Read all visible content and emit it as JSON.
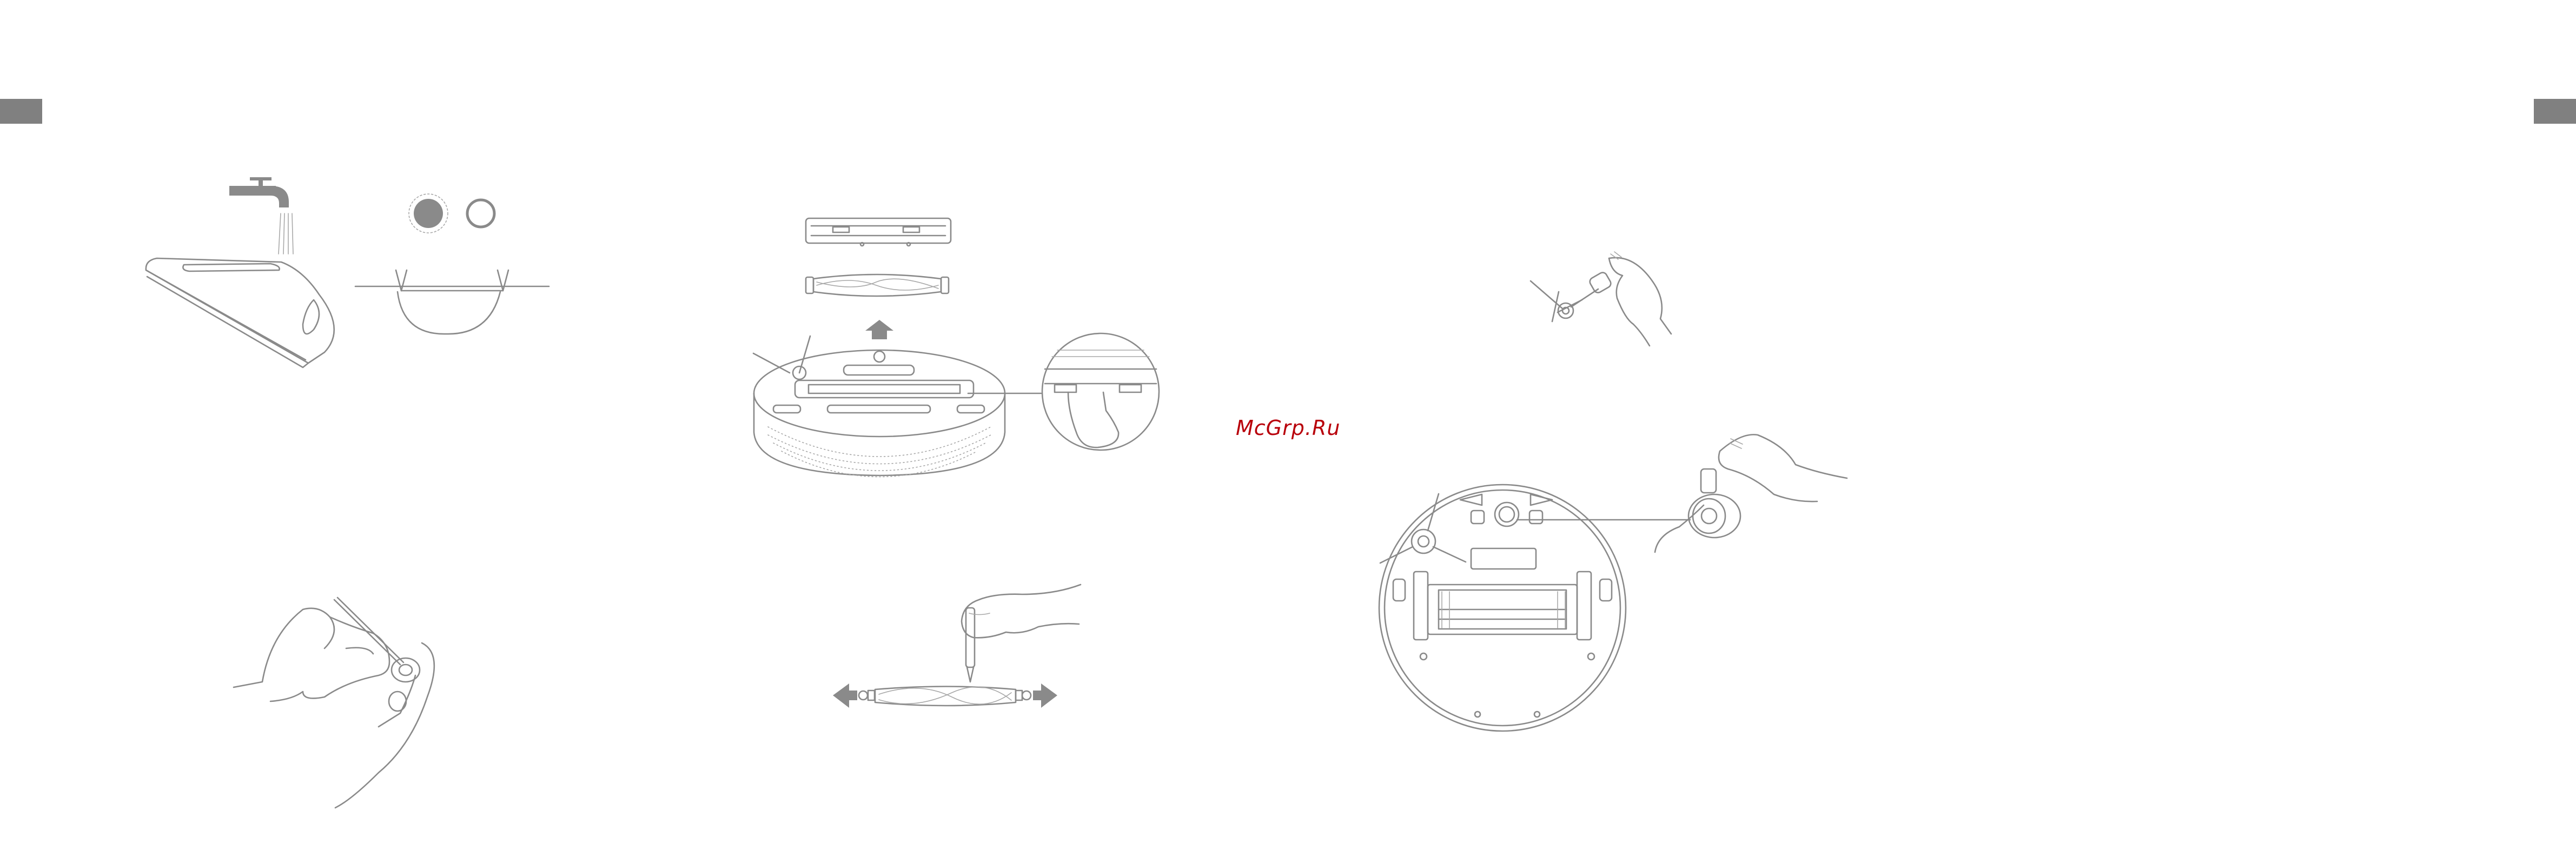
{
  "watermark": {
    "text": "McGrp.Ru",
    "color": "#b8000a"
  },
  "colors": {
    "line": "#8a8a8a",
    "tab": "#808080",
    "background": "#ffffff"
  },
  "illustrations": [
    {
      "id": "mop-tank-rinse",
      "icons": [
        "water-tap-icon",
        "mop-pad-icon"
      ]
    },
    {
      "id": "mop-cloth-dry",
      "icons": [
        "filled-circle-icon",
        "empty-circle-icon"
      ]
    },
    {
      "id": "main-brush-removal",
      "icons": [
        "up-arrow-icon",
        "brush-cover-icon",
        "main-brush-icon"
      ]
    },
    {
      "id": "side-brush-removal",
      "icons": [
        "side-brush-icon",
        "hand-icon"
      ]
    },
    {
      "id": "main-brush-hair-cutting",
      "icons": [
        "left-arrow-icon",
        "right-arrow-icon",
        "cleaning-tool-icon"
      ]
    },
    {
      "id": "omni-wheel-cleaning",
      "icons": [
        "robot-bottom-icon",
        "omni-wheel-icon",
        "hand-icon"
      ]
    },
    {
      "id": "side-brush-hair-cleaning",
      "icons": [
        "side-brush-icon",
        "hand-icon"
      ]
    }
  ]
}
